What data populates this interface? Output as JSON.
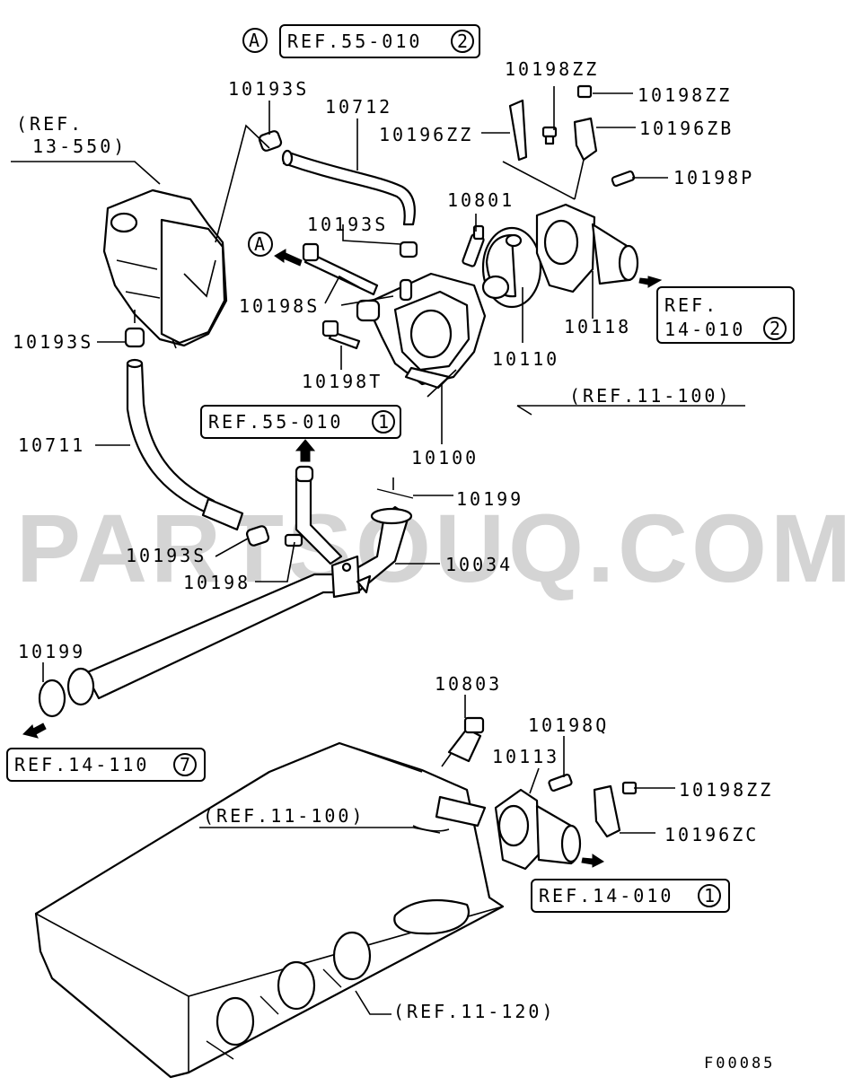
{
  "watermark": "PARTSOUQ.COM",
  "figure_code": "F00085",
  "marker_letter": "A",
  "part_labels": {
    "p10193S_a": "10193S",
    "p10712": "10712",
    "p10198ZZ_a": "10198ZZ",
    "p10198ZZ_b": "10198ZZ",
    "p10196ZZ": "10196ZZ",
    "p10196ZB": "10196ZB",
    "p10198P": "10198P",
    "p10801": "10801",
    "p10193S_b": "10193S",
    "p10198S": "10198S",
    "p10193S_c": "10193S",
    "p10198T": "10198T",
    "p10110": "10110",
    "p10118": "10118",
    "p10100": "10100",
    "p10711": "10711",
    "p10199_a": "10199",
    "p10193S_d": "10193S",
    "p10034": "10034",
    "p10198": "10198",
    "p10199_b": "10199",
    "p10803": "10803",
    "p10198Q": "10198Q",
    "p10113": "10113",
    "p10198ZZ_c": "10198ZZ",
    "p10196ZC": "10196ZC"
  },
  "references": {
    "ref13_550_line1": "(REF.",
    "ref13_550_line2": "13-550)",
    "ref55_010_2": "REF.55-010",
    "ref55_010_2_num": "2",
    "ref55_010_1": "REF.55-010",
    "ref55_010_1_num": "1",
    "ref14_010_2_line1": "REF.",
    "ref14_010_2_line2": "14-010",
    "ref14_010_2_num": "2",
    "ref11_100_a": "(REF.11-100)",
    "ref14_110_7": "REF.14-110",
    "ref14_110_7_num": "7",
    "ref11_100_b": "(REF.11-100)",
    "ref14_010_1": "REF.14-010",
    "ref14_010_1_num": "1",
    "ref11_120": "(REF.11-120)"
  }
}
